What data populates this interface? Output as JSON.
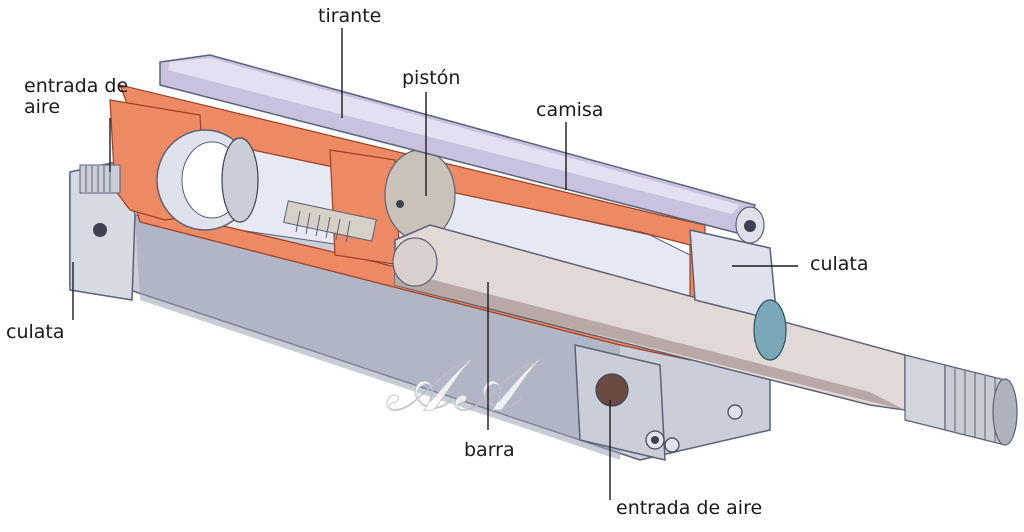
{
  "colors": {
    "body": "#c9ced9",
    "bodyShade": "#9aa2b5",
    "interior": "#e6e8f3",
    "section": "#ee8a63",
    "sectionDark": "#cf6440",
    "rod": "#e2d9d6",
    "rodShade": "#b8a9a6",
    "tieRod": "#c9c2de",
    "leader": "#1a1a1a"
  },
  "icons": {
    "cylinder": "pneumatic-cylinder-cutaway-icon",
    "watermark": "cursive-watermark-icon"
  },
  "labels": {
    "tirante": "tirante",
    "piston": "pistón",
    "camisa": "camisa",
    "entrada_aire_top": "entrada de\naire",
    "culata_right": "culata",
    "culata_left": "culata",
    "barra": "barra",
    "entrada_aire_bottom": "entrada de aire"
  }
}
